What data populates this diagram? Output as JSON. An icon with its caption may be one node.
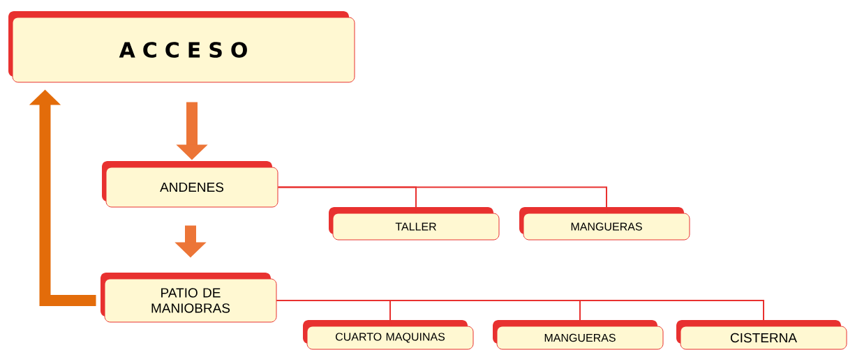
{
  "diagram": {
    "nodes": [
      {
        "text": [
          "A C C E S O"
        ]
      },
      {
        "text": [
          "ANDENES"
        ]
      },
      {
        "text": [
          "TALLER"
        ]
      },
      {
        "text": [
          "MANGUERAS"
        ]
      },
      {
        "text": [
          "PATIO DE MANIOBRAS"
        ]
      },
      {
        "text": [
          "CUARTO MAQUINAS"
        ]
      },
      {
        "text": [
          "MANGUERAS"
        ]
      },
      {
        "text": [
          "CISTERNA"
        ]
      }
    ],
    "edges": [
      {
        "from": 0,
        "to": 1,
        "arrow": "to",
        "style": "thick",
        "color": "#ec7537"
      },
      {
        "from": 1,
        "to": 4,
        "arrow": "to",
        "style": "thick",
        "color": "#ec7537"
      },
      {
        "from": 4,
        "to": 0,
        "arrow": "to",
        "style": "thick",
        "color": "#e36c0a"
      },
      {
        "from": 1,
        "to": 2,
        "arrow": "none"
      },
      {
        "from": 1,
        "to": 3,
        "arrow": "none"
      },
      {
        "from": 4,
        "to": 5,
        "arrow": "none"
      },
      {
        "from": 4,
        "to": 6,
        "arrow": "none"
      },
      {
        "from": 4,
        "to": 7,
        "arrow": "none"
      }
    ]
  }
}
